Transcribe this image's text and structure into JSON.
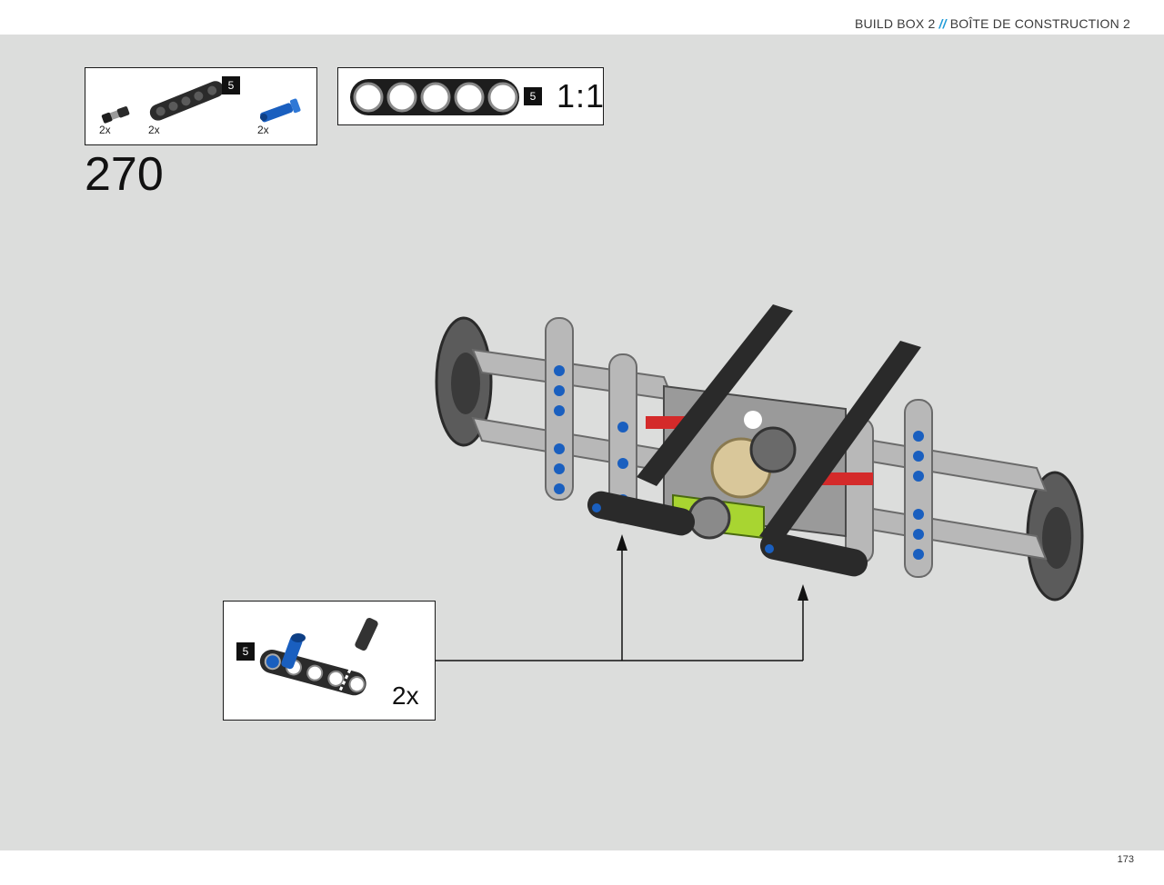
{
  "header": {
    "left": "BUILD BOX 2",
    "separator": "//",
    "right": "BOÎTE DE CONSTRUCTION 2"
  },
  "parts_list": {
    "beam_badge": "5",
    "items": [
      {
        "name": "connector-pin-with-bushing",
        "qty": "2x",
        "color": "#333333"
      },
      {
        "name": "technic-beam-5",
        "qty": "2x",
        "color": "#2b2b2b"
      },
      {
        "name": "axle-pin-blue",
        "qty": "2x",
        "color": "#1a5fbf"
      }
    ]
  },
  "scale_callout": {
    "badge": "5",
    "ratio": "1:1"
  },
  "step": {
    "number": "270"
  },
  "subassembly": {
    "badge": "5",
    "qty": "2x"
  },
  "footer": {
    "page_number": "173"
  },
  "colors": {
    "page_background": "#dcdddc",
    "accent": "#1f9bd8",
    "beam_dark": "#2b2b2b",
    "beam_gray": "#b8b8b8",
    "pin_blue": "#1a5fbf",
    "lime": "#a8d531",
    "red": "#d42a2a",
    "tan": "#d9c79a"
  }
}
